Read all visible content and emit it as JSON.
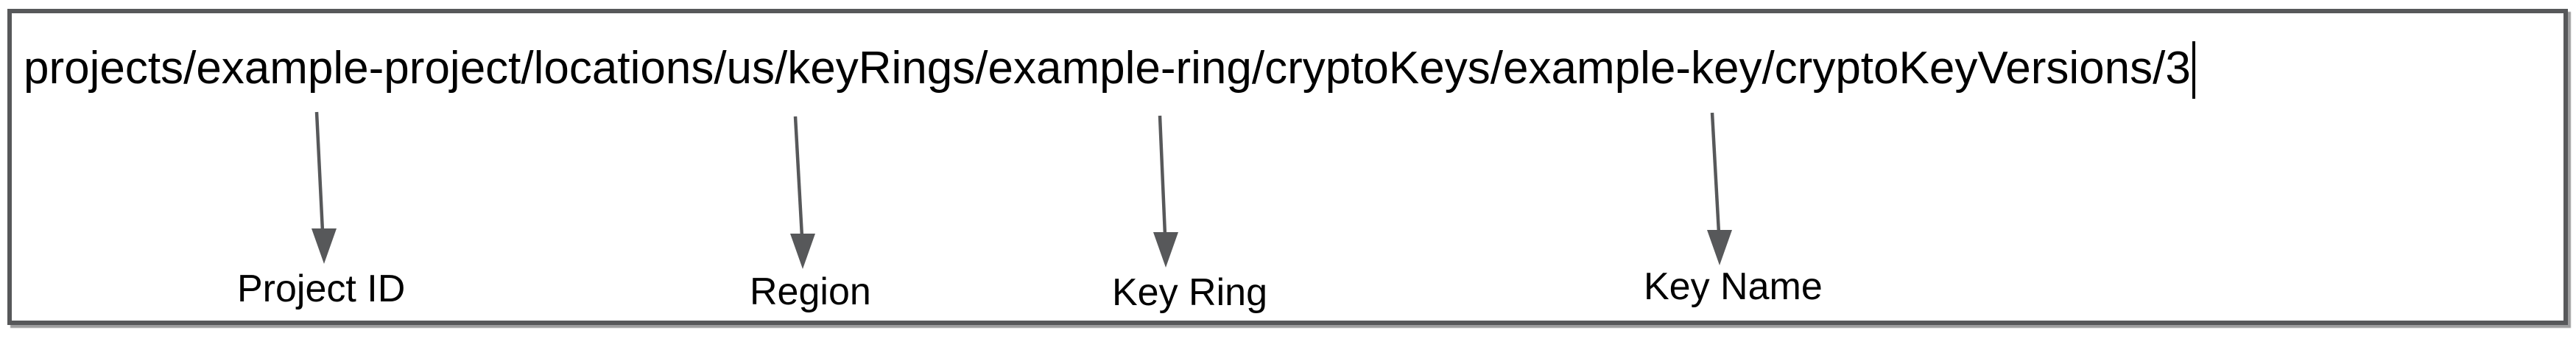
{
  "figure": {
    "resource_path": "projects/example-project/locations/us/keyRings/example-ring/cryptoKeys/example-key/cryptoKeyVersions/3",
    "path_segments": {
      "project_id": "example-project",
      "region": "us",
      "key_ring": "example-ring",
      "key_name": "example-key",
      "key_version": "3"
    },
    "annotations": [
      {
        "label": "Project ID",
        "target": "example-project"
      },
      {
        "label": "Region",
        "target": "us"
      },
      {
        "label": "Key Ring",
        "target": "example-ring"
      },
      {
        "label": "Key Name",
        "target": "example-key"
      }
    ],
    "colors": {
      "border": "#57585a",
      "arrow": "#57585a",
      "text": "#000000",
      "background": "#ffffff"
    }
  }
}
